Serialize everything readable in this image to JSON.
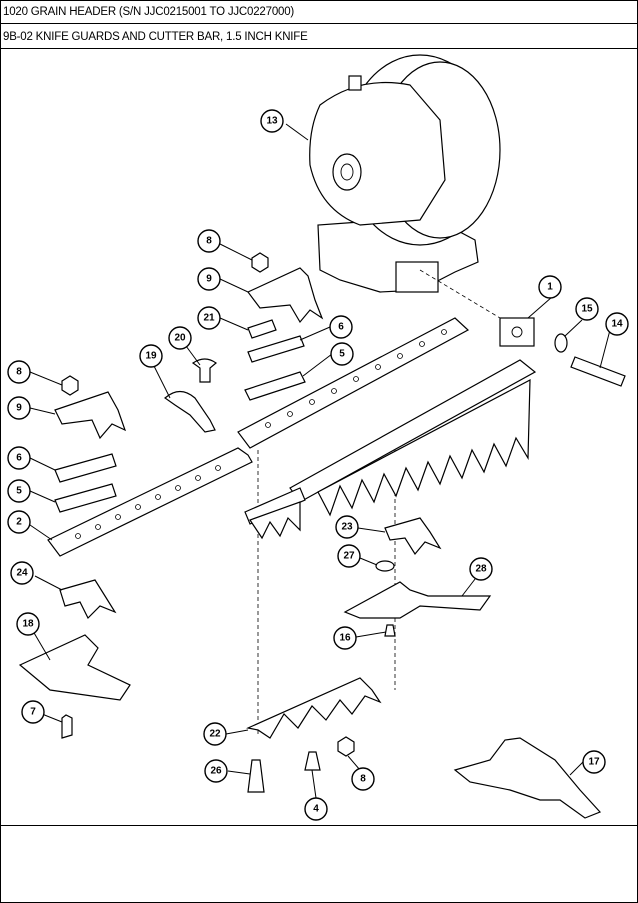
{
  "header": {
    "title": "1020 GRAIN HEADER (S/N JJC0215001 TO JJC0227000)",
    "subtitle": "9B-02 KNIFE GUARDS AND CUTTER BAR, 1.5 INCH KNIFE"
  },
  "callouts": [
    "13",
    "8",
    "9",
    "21",
    "6",
    "5",
    "20",
    "19",
    "1",
    "15",
    "14",
    "8",
    "9",
    "6",
    "5",
    "2",
    "24",
    "18",
    "7",
    "23",
    "27",
    "28",
    "16",
    "22",
    "26",
    "4",
    "8",
    "17"
  ]
}
